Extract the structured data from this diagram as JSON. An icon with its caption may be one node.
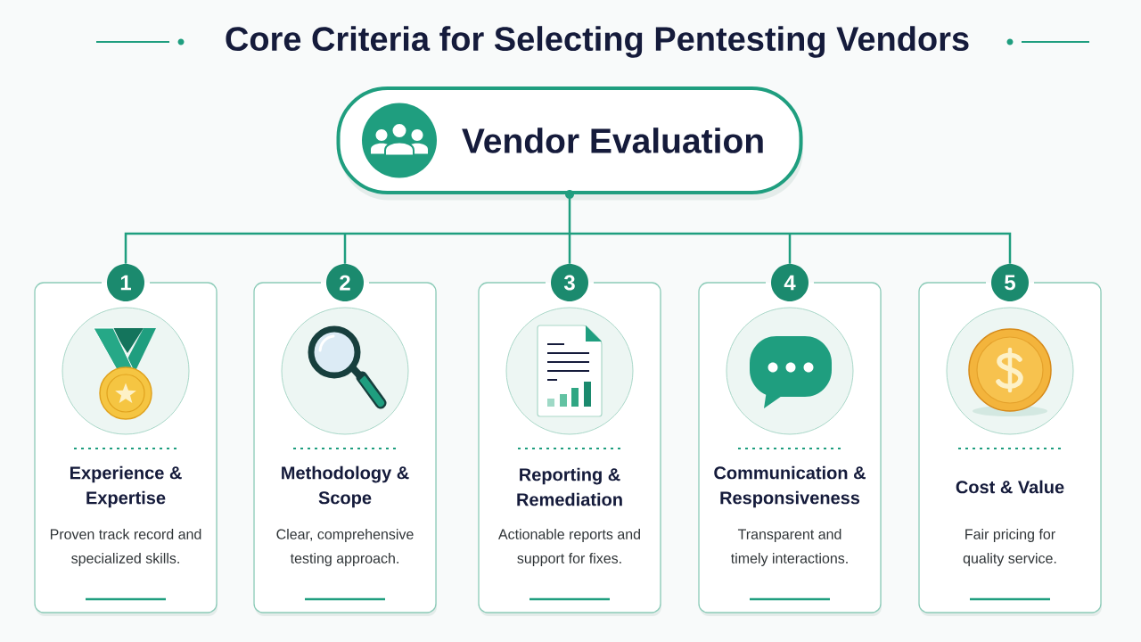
{
  "diagram": {
    "title": "Core Criteria for Selecting Pentesting Vendors",
    "nodes": [
      {
        "text": [
          "Vendor Evaluation"
        ]
      },
      {
        "text": [
          "1",
          "Experience & Expertise",
          "Proven track record and specialized skills."
        ]
      },
      {
        "text": [
          "2",
          "Methodology & Scope",
          "Clear, comprehensive testing approach."
        ]
      },
      {
        "text": [
          "3",
          "Reporting & Remediation",
          "Actionable reports and support for fixes."
        ]
      },
      {
        "text": [
          "4",
          "Communication & Responsiveness",
          "Transparent and timely interactions."
        ]
      },
      {
        "text": [
          "5",
          "Cost & Value",
          "Fair pricing for quality service."
        ]
      }
    ],
    "edges": [
      {
        "from": 0,
        "to": 1,
        "arrow": "none"
      },
      {
        "from": 0,
        "to": 2,
        "arrow": "none"
      },
      {
        "from": 0,
        "to": 3,
        "arrow": "none"
      },
      {
        "from": 0,
        "to": 4,
        "arrow": "none"
      },
      {
        "from": 0,
        "to": 5,
        "arrow": "none"
      }
    ]
  }
}
